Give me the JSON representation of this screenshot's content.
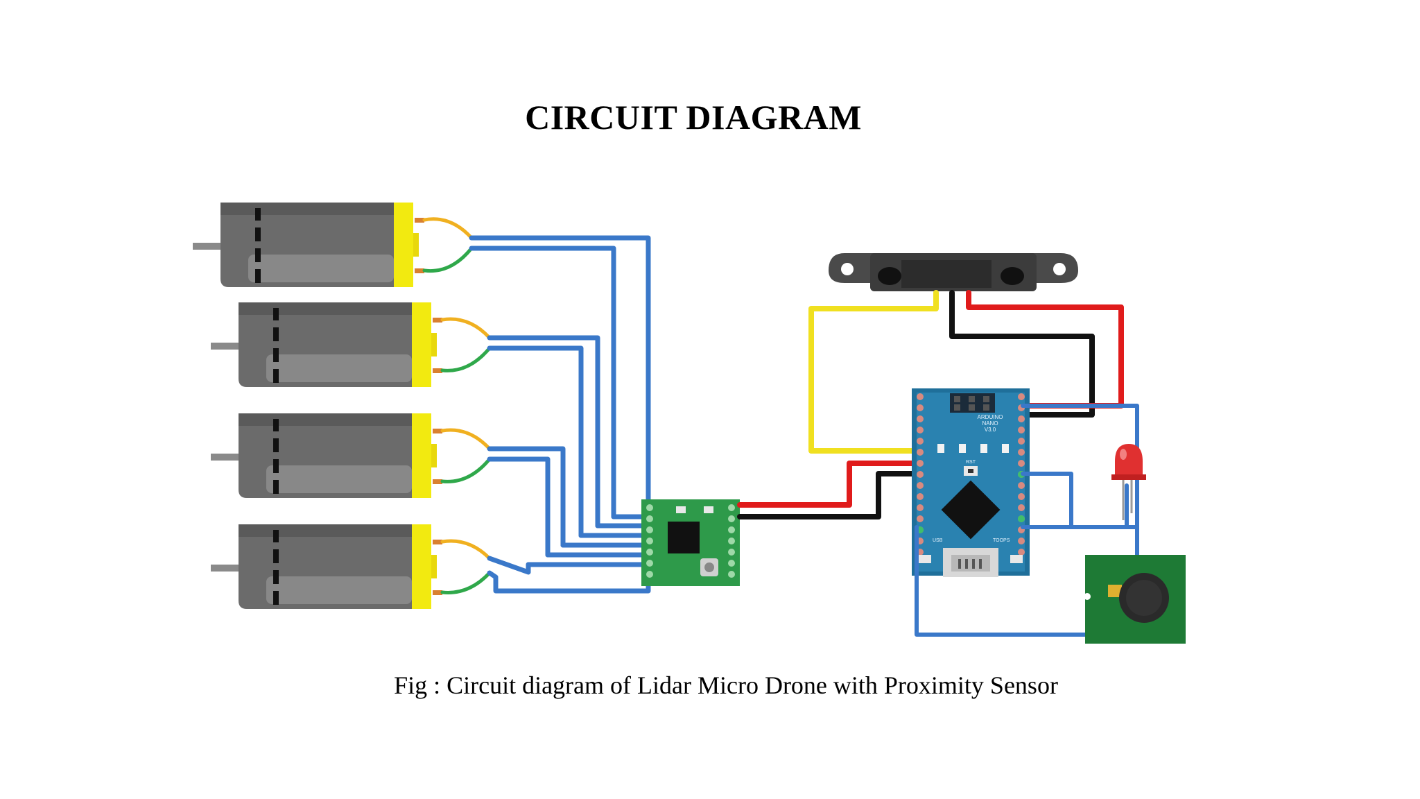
{
  "title": "CIRCUIT DIAGRAM",
  "caption": "Fig : Circuit diagram of Lidar Micro Drone with Proximity Sensor",
  "components": {
    "motors": 4,
    "controller_board_text": [
      "ARDUINO",
      "NANO",
      "V3.0"
    ],
    "controller_small_labels": [
      "RST",
      "USB",
      "TOOPS"
    ]
  },
  "colors": {
    "signal_wire": "#3a78c9",
    "power_wire": "#e01b1b",
    "ground_wire": "#111111",
    "sensor_signal_wire": "#f0e020",
    "motor_lead_a": "#f0b020",
    "motor_lead_b": "#2fa84a",
    "motor_body": "#6e6e6e",
    "motor_cap": "#f2ea10",
    "driver_board": "#2e9a4a",
    "arduino_board": "#1f6f9a",
    "buzzer_board": "#1e7a35",
    "led": "#e03030"
  }
}
